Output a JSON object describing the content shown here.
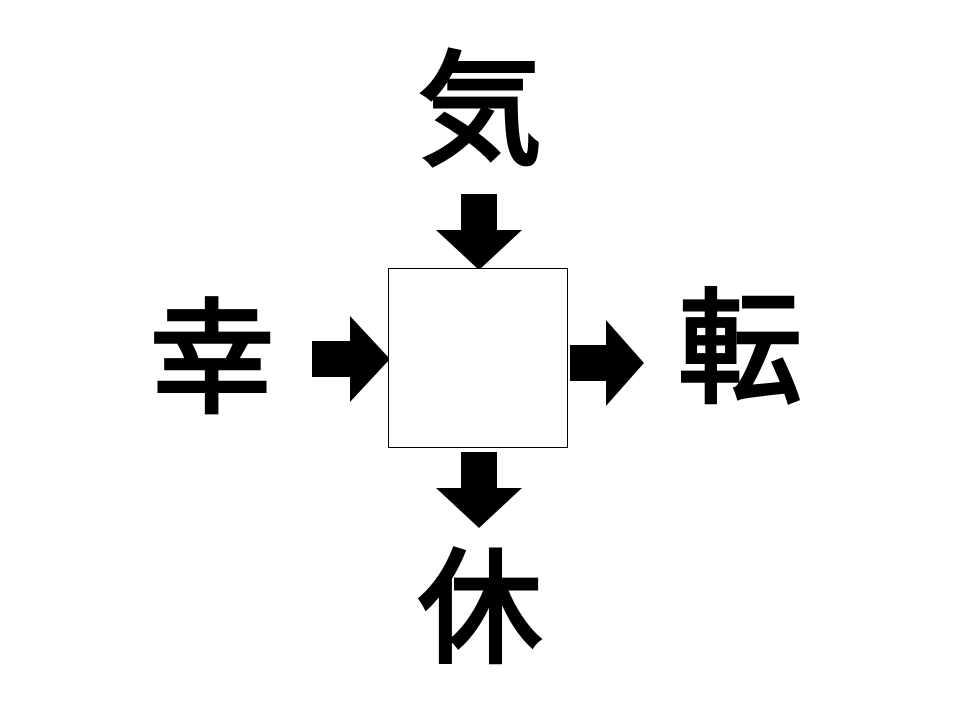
{
  "puzzle": {
    "top_char": "気",
    "left_char": "幸",
    "right_char": "転",
    "bottom_char": "休",
    "answer": ""
  },
  "colors": {
    "ink": "#000000",
    "background": "#ffffff"
  },
  "icons": {
    "arrow_top": "arrow-down-icon",
    "arrow_left": "arrow-right-icon",
    "arrow_right": "arrow-right-icon",
    "arrow_bottom": "arrow-down-icon"
  }
}
